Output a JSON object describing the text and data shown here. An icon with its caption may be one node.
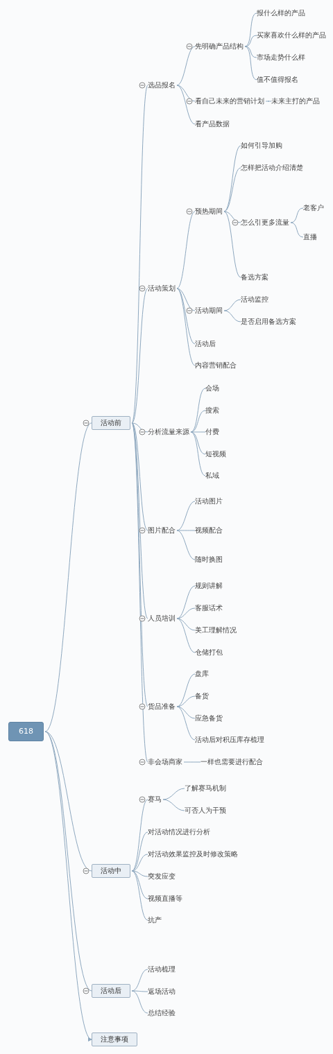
{
  "diagram": {
    "nodes": [
      {
        "text": [
          "618"
        ]
      },
      {
        "text": [
          "活动前"
        ]
      },
      {
        "text": [
          "选品报名"
        ]
      },
      {
        "text": [
          "先明确产品结构"
        ]
      },
      {
        "text": [
          "报什么样的产品"
        ]
      },
      {
        "text": [
          "买家喜欢什么样的产品"
        ]
      },
      {
        "text": [
          "市场走势什么样"
        ]
      },
      {
        "text": [
          "值不值得报名"
        ]
      },
      {
        "text": [
          "看自己未来的营销计划"
        ]
      },
      {
        "text": [
          "未来主打的产品"
        ]
      },
      {
        "text": [
          "看产品数据"
        ]
      },
      {
        "text": [
          "活动策划"
        ]
      },
      {
        "text": [
          "预热期间"
        ]
      },
      {
        "text": [
          "如何引导加购"
        ]
      },
      {
        "text": [
          "怎样把活动介绍清楚"
        ]
      },
      {
        "text": [
          "怎么引更多流量"
        ]
      },
      {
        "text": [
          "老客户"
        ]
      },
      {
        "text": [
          "直播"
        ]
      },
      {
        "text": [
          "备选方案"
        ]
      },
      {
        "text": [
          "活动期间"
        ]
      },
      {
        "text": [
          "活动监控"
        ]
      },
      {
        "text": [
          "是否启用备选方案"
        ]
      },
      {
        "text": [
          "活动后"
        ]
      },
      {
        "text": [
          "内容营销配合"
        ]
      },
      {
        "text": [
          "分析流量来源"
        ]
      },
      {
        "text": [
          "会场"
        ]
      },
      {
        "text": [
          "搜索"
        ]
      },
      {
        "text": [
          "付费"
        ]
      },
      {
        "text": [
          "短视频"
        ]
      },
      {
        "text": [
          "私域"
        ]
      },
      {
        "text": [
          "图片配合"
        ]
      },
      {
        "text": [
          "活动图片"
        ]
      },
      {
        "text": [
          "视频配合"
        ]
      },
      {
        "text": [
          "随时换图"
        ]
      },
      {
        "text": [
          "人员培训"
        ]
      },
      {
        "text": [
          "规则讲解"
        ]
      },
      {
        "text": [
          "客服话术"
        ]
      },
      {
        "text": [
          "美工理解情况"
        ]
      },
      {
        "text": [
          "仓储打包"
        ]
      },
      {
        "text": [
          "货品准备"
        ]
      },
      {
        "text": [
          "盘库"
        ]
      },
      {
        "text": [
          "备货"
        ]
      },
      {
        "text": [
          "应急备货"
        ]
      },
      {
        "text": [
          "活动后对积压库存梳理"
        ]
      },
      {
        "text": [
          "非会场商家"
        ]
      },
      {
        "text": [
          "一样也需要进行配合"
        ]
      },
      {
        "text": [
          "活动中"
        ]
      },
      {
        "text": [
          "赛马"
        ]
      },
      {
        "text": [
          "了解赛马机制"
        ]
      },
      {
        "text": [
          "可否人为干预"
        ]
      },
      {
        "text": [
          "对活动情况进行分析"
        ]
      },
      {
        "text": [
          "对活动效果监控及时修改策略"
        ]
      },
      {
        "text": [
          "突发应变"
        ]
      },
      {
        "text": [
          "视频直播等"
        ]
      },
      {
        "text": [
          "抗产"
        ]
      },
      {
        "text": [
          "活动后"
        ]
      },
      {
        "text": [
          "活动梳理"
        ]
      },
      {
        "text": [
          "返场活动"
        ]
      },
      {
        "text": [
          "总结经验"
        ]
      },
      {
        "text": [
          "注意事项"
        ]
      }
    ],
    "edges": [
      {
        "from": 0,
        "to": 1,
        "arrow": "none"
      },
      {
        "from": 1,
        "to": 2,
        "arrow": "none"
      },
      {
        "from": 2,
        "to": 3,
        "arrow": "none"
      },
      {
        "from": 3,
        "to": 4,
        "arrow": "none"
      },
      {
        "from": 3,
        "to": 5,
        "arrow": "none"
      },
      {
        "from": 3,
        "to": 6,
        "arrow": "none"
      },
      {
        "from": 3,
        "to": 7,
        "arrow": "none"
      },
      {
        "from": 2,
        "to": 8,
        "arrow": "none"
      },
      {
        "from": 8,
        "to": 9,
        "arrow": "none"
      },
      {
        "from": 2,
        "to": 10,
        "arrow": "none"
      },
      {
        "from": 1,
        "to": 11,
        "arrow": "none"
      },
      {
        "from": 11,
        "to": 12,
        "arrow": "none"
      },
      {
        "from": 12,
        "to": 13,
        "arrow": "none"
      },
      {
        "from": 12,
        "to": 14,
        "arrow": "none"
      },
      {
        "from": 12,
        "to": 15,
        "arrow": "none"
      },
      {
        "from": 15,
        "to": 16,
        "arrow": "none"
      },
      {
        "from": 15,
        "to": 17,
        "arrow": "none"
      },
      {
        "from": 12,
        "to": 18,
        "arrow": "none"
      },
      {
        "from": 11,
        "to": 19,
        "arrow": "none"
      },
      {
        "from": 19,
        "to": 20,
        "arrow": "none"
      },
      {
        "from": 19,
        "to": 21,
        "arrow": "none"
      },
      {
        "from": 11,
        "to": 22,
        "arrow": "none"
      },
      {
        "from": 11,
        "to": 23,
        "arrow": "none"
      },
      {
        "from": 1,
        "to": 24,
        "arrow": "none"
      },
      {
        "from": 24,
        "to": 25,
        "arrow": "none"
      },
      {
        "from": 24,
        "to": 26,
        "arrow": "none"
      },
      {
        "from": 24,
        "to": 27,
        "arrow": "none"
      },
      {
        "from": 24,
        "to": 28,
        "arrow": "none"
      },
      {
        "from": 24,
        "to": 29,
        "arrow": "none"
      },
      {
        "from": 1,
        "to": 30,
        "arrow": "none"
      },
      {
        "from": 30,
        "to": 31,
        "arrow": "none"
      },
      {
        "from": 30,
        "to": 32,
        "arrow": "none"
      },
      {
        "from": 30,
        "to": 33,
        "arrow": "none"
      },
      {
        "from": 1,
        "to": 34,
        "arrow": "none"
      },
      {
        "from": 34,
        "to": 35,
        "arrow": "none"
      },
      {
        "from": 34,
        "to": 36,
        "arrow": "none"
      },
      {
        "from": 34,
        "to": 37,
        "arrow": "none"
      },
      {
        "from": 34,
        "to": 38,
        "arrow": "none"
      },
      {
        "from": 1,
        "to": 39,
        "arrow": "none"
      },
      {
        "from": 39,
        "to": 40,
        "arrow": "none"
      },
      {
        "from": 39,
        "to": 41,
        "arrow": "none"
      },
      {
        "from": 39,
        "to": 42,
        "arrow": "none"
      },
      {
        "from": 39,
        "to": 43,
        "arrow": "none"
      },
      {
        "from": 1,
        "to": 44,
        "arrow": "none"
      },
      {
        "from": 44,
        "to": 45,
        "arrow": "none"
      },
      {
        "from": 0,
        "to": 46,
        "arrow": "none"
      },
      {
        "from": 46,
        "to": 47,
        "arrow": "none"
      },
      {
        "from": 47,
        "to": 48,
        "arrow": "none"
      },
      {
        "from": 47,
        "to": 49,
        "arrow": "none"
      },
      {
        "from": 46,
        "to": 50,
        "arrow": "none"
      },
      {
        "from": 46,
        "to": 51,
        "arrow": "none"
      },
      {
        "from": 46,
        "to": 52,
        "arrow": "none"
      },
      {
        "from": 46,
        "to": 53,
        "arrow": "none"
      },
      {
        "from": 46,
        "to": 54,
        "arrow": "none"
      },
      {
        "from": 0,
        "to": 55,
        "arrow": "none"
      },
      {
        "from": 55,
        "to": 56,
        "arrow": "none"
      },
      {
        "from": 55,
        "to": 57,
        "arrow": "none"
      },
      {
        "from": 55,
        "to": 58,
        "arrow": "none"
      },
      {
        "from": 0,
        "to": 59,
        "arrow": "to"
      }
    ]
  }
}
